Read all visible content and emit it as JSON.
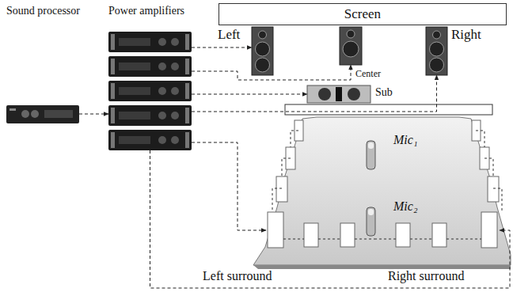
{
  "diagram": {
    "nodes": [
      {
        "text": [
          "Sound processor"
        ]
      },
      {
        "text": [
          "Power amplifiers"
        ]
      },
      {
        "text": [
          "Screen"
        ]
      },
      {
        "text": [
          "Left"
        ]
      },
      {
        "text": [
          "Center"
        ]
      },
      {
        "text": [
          "Right"
        ]
      },
      {
        "text": [
          "Sub"
        ]
      },
      {
        "text": [
          "Left surround"
        ]
      },
      {
        "text": [
          "Right surround"
        ]
      }
    ],
    "edges": [
      {
        "from": 0,
        "to": 1,
        "arrow": "to"
      },
      {
        "from": 1,
        "to": 3,
        "arrow": "to"
      },
      {
        "from": 1,
        "to": 4,
        "arrow": "to"
      },
      {
        "from": 1,
        "to": 6,
        "arrow": "to"
      },
      {
        "from": 1,
        "to": 5,
        "arrow": "to"
      },
      {
        "from": 1,
        "to": 7,
        "arrow": "to"
      },
      {
        "from": 1,
        "to": 8,
        "arrow": "to"
      }
    ],
    "labels": [
      "Mic₁",
      "Mic₂"
    ]
  }
}
